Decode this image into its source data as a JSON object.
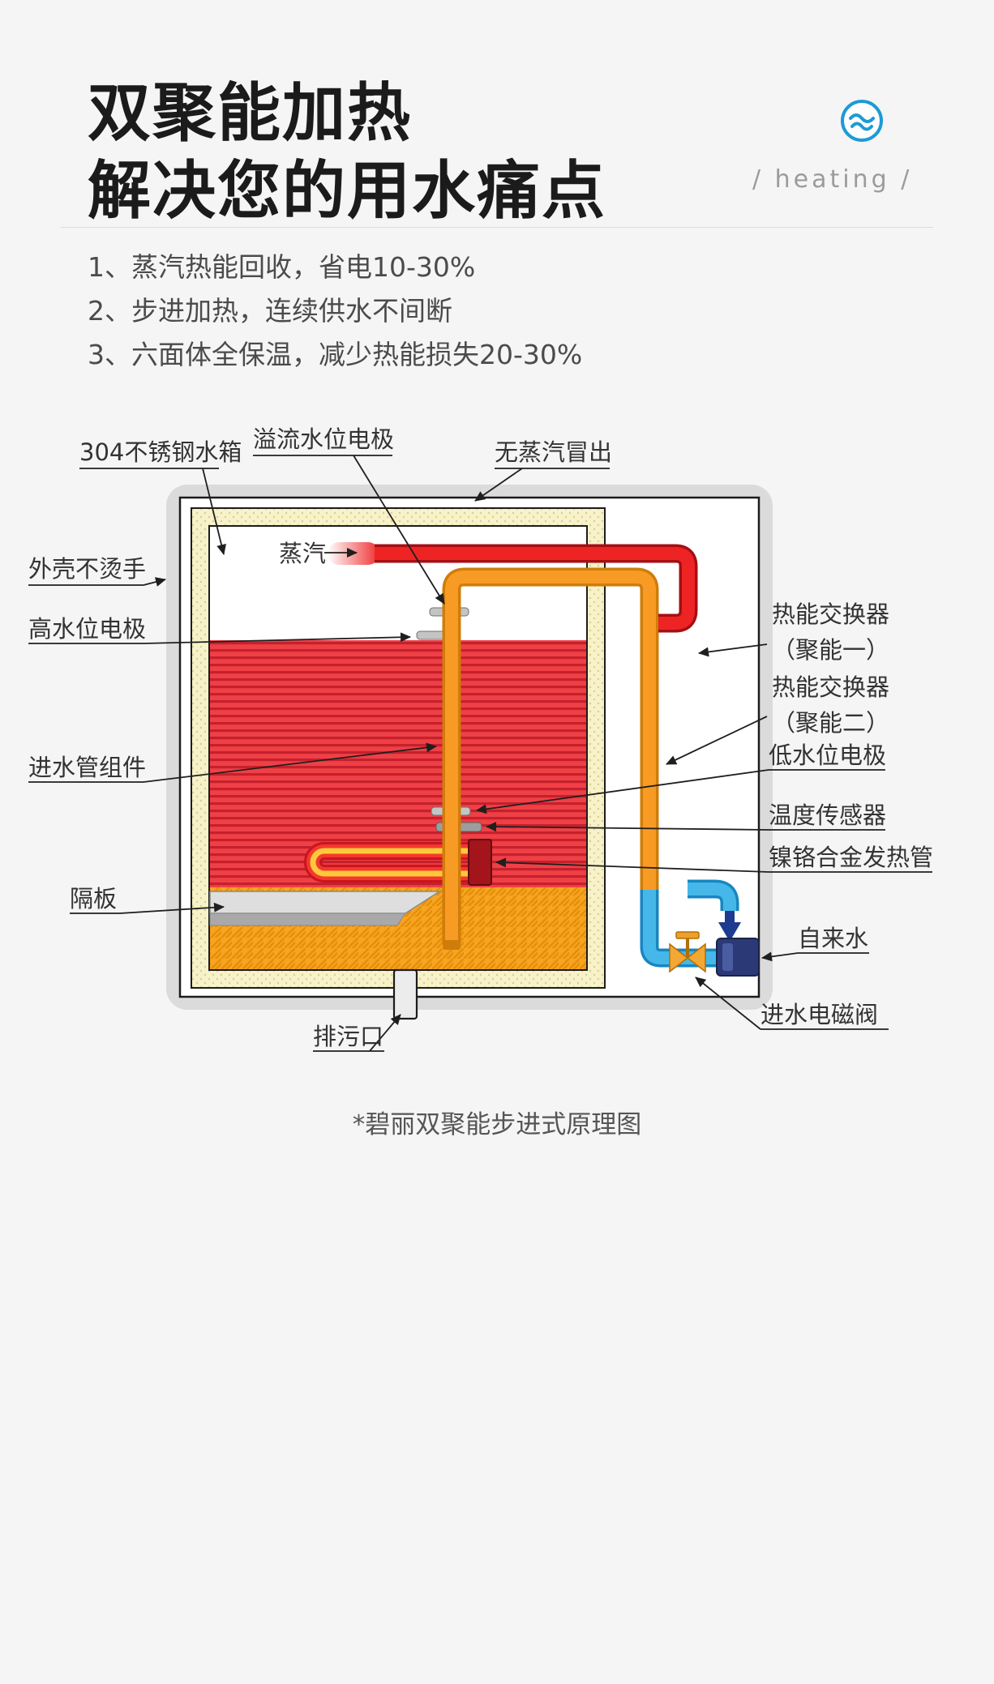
{
  "header": {
    "title_line1": "双聚能加热",
    "title_line2": "解决您的用水痛点",
    "tagline": "/  heating  /",
    "icon": "water-wave-icon",
    "accent_color": "#1e9ad6"
  },
  "features": {
    "items": [
      "1、蒸汽热能回收，省电10-30%",
      "2、步进加热，连续供水不间断",
      "3、六面体全保温，减少热能损失20-30%"
    ]
  },
  "diagram": {
    "labels": {
      "tank": "304不锈钢水箱",
      "overflow_electrode": "溢流水位电极",
      "no_steam": "无蒸汽冒出",
      "shell": "外壳不烫手",
      "high_electrode": "高水位电极",
      "steam": "蒸汽",
      "exchanger1_l1": "热能交换器",
      "exchanger1_l2": "（聚能一）",
      "exchanger2_l1": "热能交换器",
      "exchanger2_l2": "（聚能二）",
      "low_electrode": "低水位电极",
      "temp_sensor": "温度传感器",
      "heating_tube": "镍铬合金发热管",
      "inlet_assembly": "进水管组件",
      "partition": "隔板",
      "drain": "排污口",
      "tap_water": "自来水",
      "inlet_valve": "进水电磁阀"
    },
    "colors": {
      "shell": "#dbdbdb",
      "insulation": "#f7f2c9",
      "hot_water": "#ef4046",
      "warm_water": "#f9a41f",
      "steam_pipe": "#ee2424",
      "inlet_pipe": "#f89b25",
      "cold_pipe": "#45b8e9",
      "fitting": "#2b3a77",
      "valve": "#f4a733"
    }
  },
  "caption": "*碧丽双聚能步进式原理图"
}
